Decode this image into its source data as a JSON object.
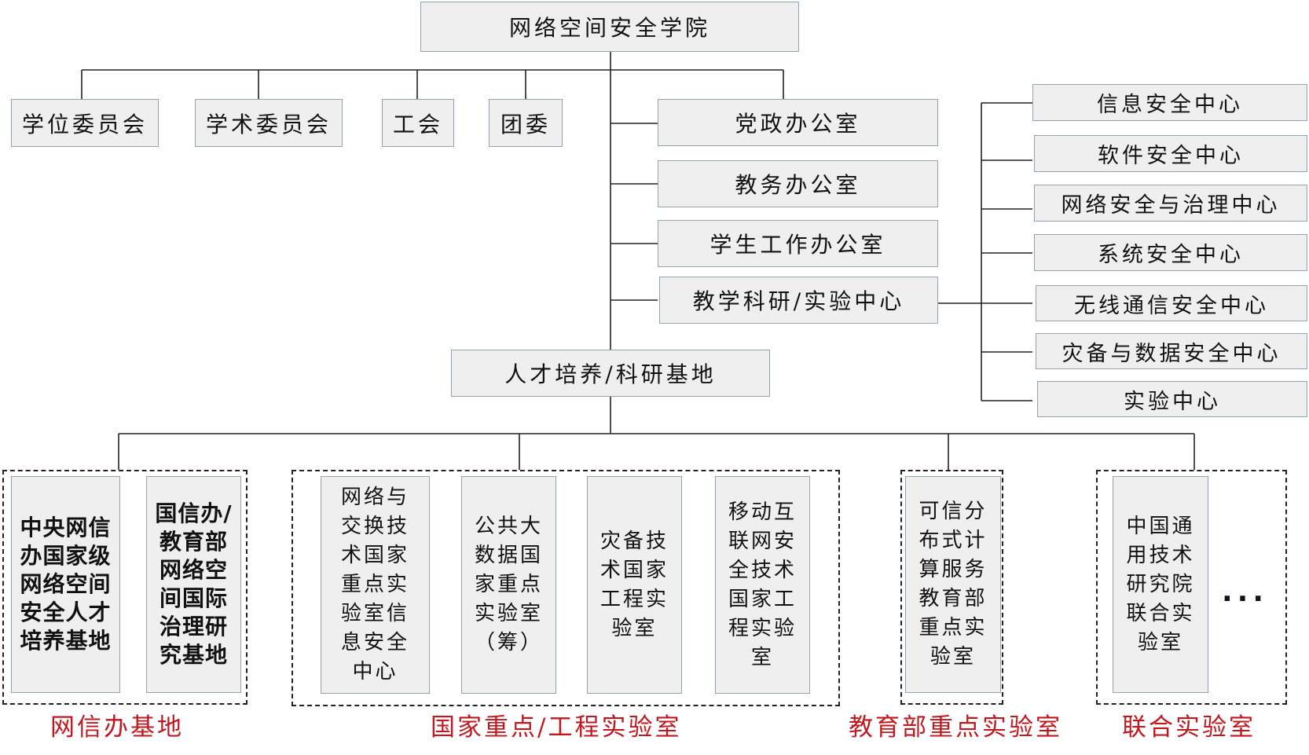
{
  "colors": {
    "box_fill": "#efefef",
    "box_border": "#8fa6b2",
    "line": "#222222",
    "caption": "#c0181e"
  },
  "root": {
    "label": "网络空间安全学院"
  },
  "committees": [
    {
      "label": "学位委员会"
    },
    {
      "label": "学术委员会"
    },
    {
      "label": "工会"
    },
    {
      "label": "团委"
    }
  ],
  "offices": [
    {
      "label": "党政办公室"
    },
    {
      "label": "教务办公室"
    },
    {
      "label": "学生工作办公室"
    },
    {
      "label": "教学科研/实验中心"
    }
  ],
  "centers": [
    {
      "label": "信息安全中心"
    },
    {
      "label": "软件安全中心"
    },
    {
      "label": "网络安全与治理中心"
    },
    {
      "label": "系统安全中心"
    },
    {
      "label": "无线通信安全中心"
    },
    {
      "label": "灾备与数据安全中心"
    },
    {
      "label": "实验中心"
    }
  ],
  "base": {
    "label": "人才培养/科研基地"
  },
  "cac_bases": [
    {
      "label": "中央网信办国家级网络空间安全人才培养基地"
    },
    {
      "label": "国信办/教育部网络空间国际治理研究基地"
    }
  ],
  "national_labs": [
    {
      "label": "网络与交换技术国家重点实验室信息安全中心"
    },
    {
      "label": "公共大数据国家重点实验室（筹）"
    },
    {
      "label": "灾备技术国家工程实验室"
    },
    {
      "label": "移动互联网安全技术国家工程实验室"
    }
  ],
  "moe_labs": [
    {
      "label": "可信分布式计算服务教育部重点实验室"
    }
  ],
  "joint_labs": [
    {
      "label": "中国通用技术研究院联合实验室"
    }
  ],
  "more": "...",
  "captions": {
    "cac": "网信办基地",
    "national": "国家重点/工程实验室",
    "moe": "教育部重点实验室",
    "joint": "联合实验室"
  }
}
